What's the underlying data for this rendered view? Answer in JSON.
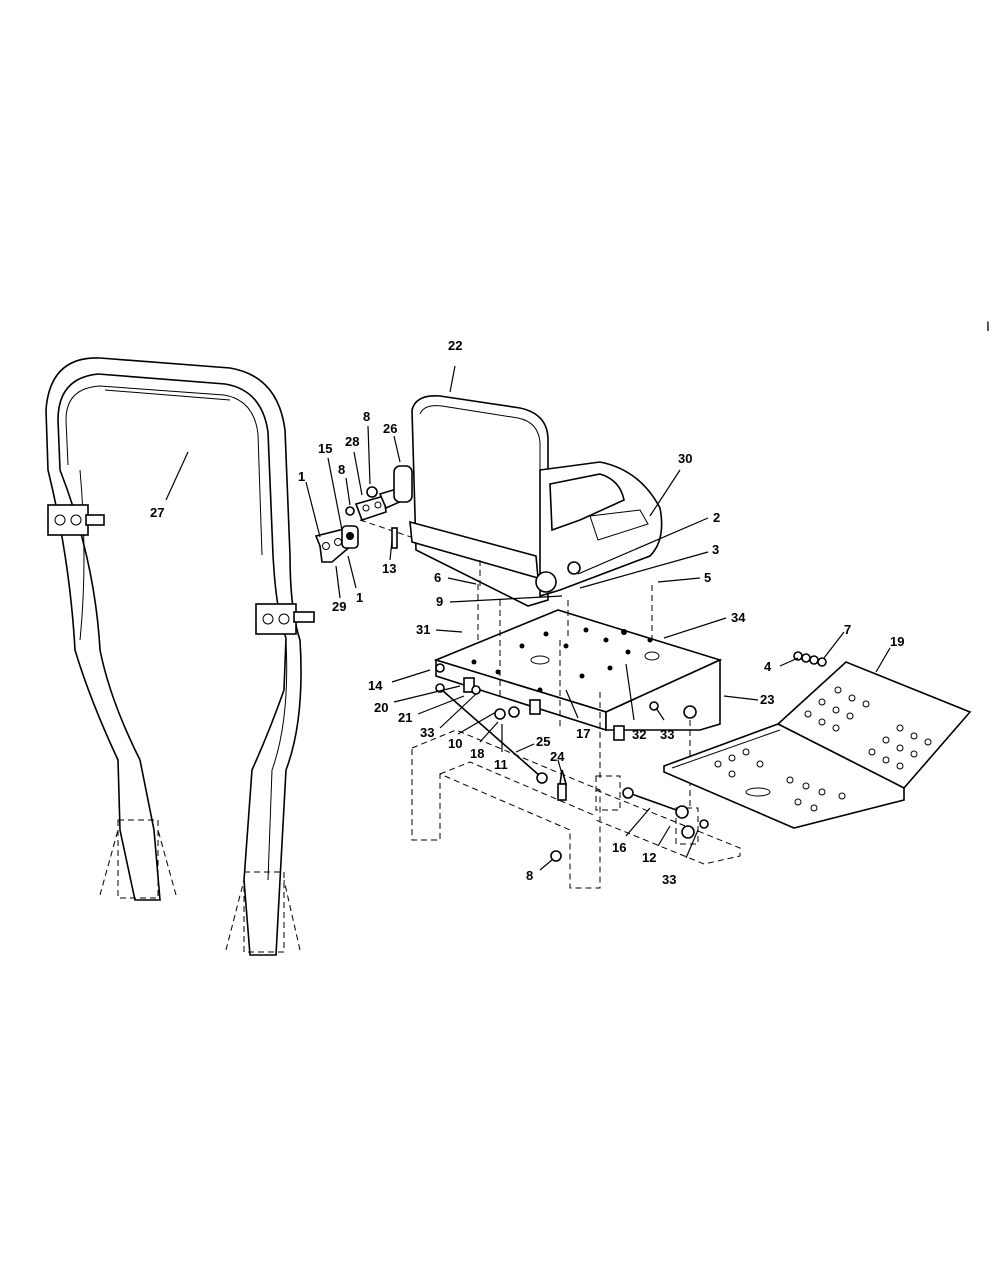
{
  "page_mark": "I",
  "callouts": {
    "c22": "22",
    "c27": "27",
    "c8a": "8",
    "c28": "28",
    "c26": "26",
    "c15": "15",
    "c8b": "8",
    "c1a": "1",
    "c13": "13",
    "c29": "29",
    "c1b": "1",
    "c30": "30",
    "c2": "2",
    "c3": "3",
    "c6": "6",
    "c5": "5",
    "c9": "9",
    "c31": "31",
    "c34": "34",
    "c7": "7",
    "c19": "19",
    "c4": "4",
    "c14": "14",
    "c20": "20",
    "c21": "21",
    "c33a": "33",
    "c10": "10",
    "c18": "18",
    "c11": "11",
    "c17": "17",
    "c32": "32",
    "c33b": "33",
    "c23": "23",
    "c25": "25",
    "c24": "24",
    "c16": "16",
    "c12": "12",
    "c33c": "33",
    "c8c": "8"
  }
}
